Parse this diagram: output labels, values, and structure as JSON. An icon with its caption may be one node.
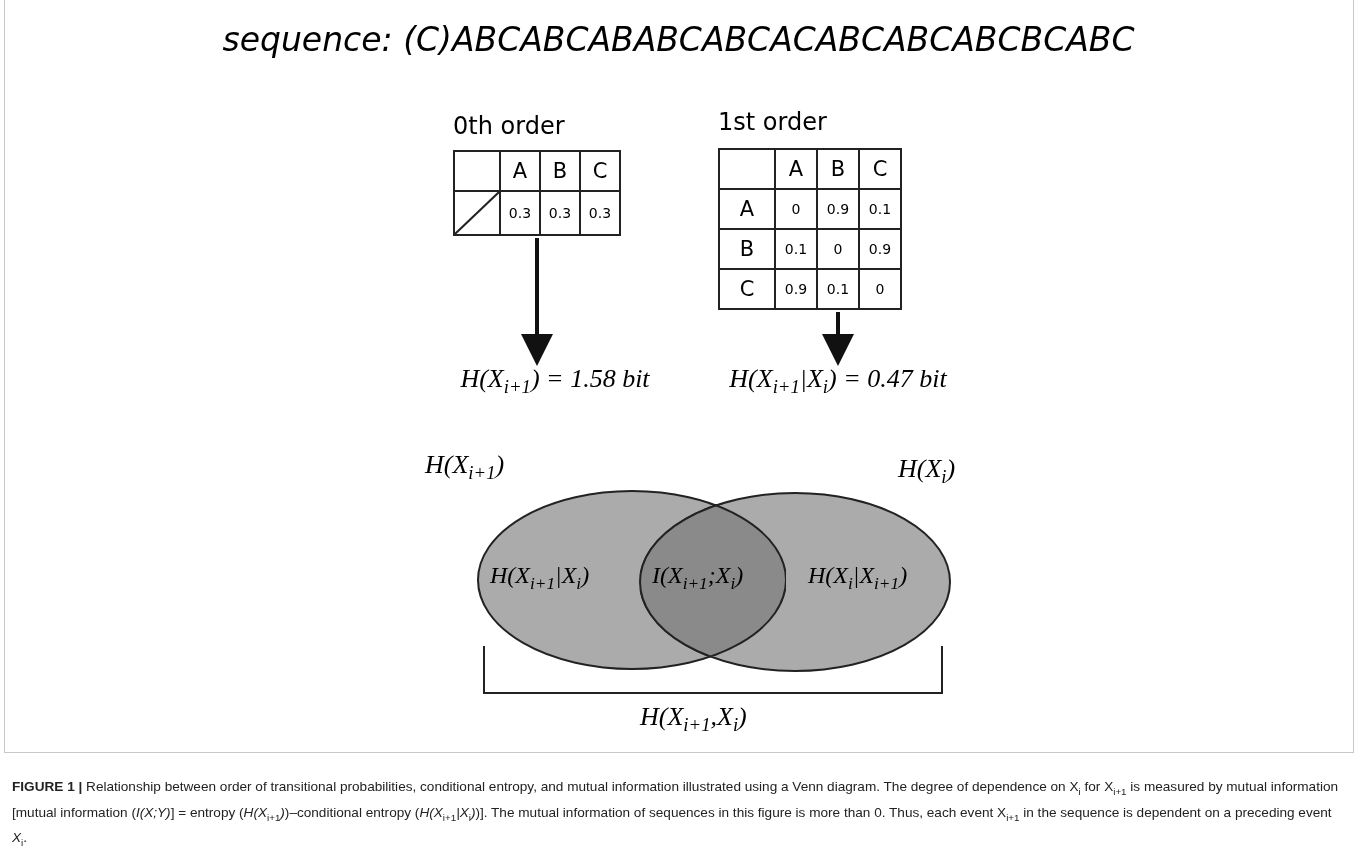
{
  "diagram": {
    "title": "sequence: (C)ABCABCABABCABCACABCABCABCBCABC",
    "caption": "**FIGURE 1 |** Relationship between order of transitional probabilities, conditional entropy, and mutual information illustrated using a Venn diagram. The degree of dependence on X$_{i}$ for X$_{i+1}$ is measured by mutual information [mutual information (*I(X;Y)*] = entropy (*H(X*$_{i+1}$*)*)–conditional entropy (*H(X*$_{i+1}$*|X*$_{i}$*)*)]. The mutual information of sequences in this figure is more than 0. Thus, each event X$_{i+1}$ in the sequence is dependent on a preceding event *X*$_{i}$.",
    "nodes": [
      {
        "text": [
          "0th order"
        ]
      },
      {
        "text": [
          "1st order"
        ]
      },
      {
        "text": [
          "H(X$_{i+1}$) = 1.58 bit"
        ]
      },
      {
        "text": [
          "H(X$_{i+1}$|X$_{i}$) = 0.47 bit"
        ]
      },
      {
        "text": [
          "H(X$_{i+1}$)",
          "H(X$_{i+1}$|X$_{i}$)"
        ]
      },
      {
        "text": [
          "H(X$_{i}$)",
          "H(X$_{i}$|X$_{i+1}$)"
        ]
      }
    ],
    "edges": [
      {
        "from": 0,
        "to": 2,
        "arrow": "to"
      },
      {
        "from": 1,
        "to": 3,
        "arrow": "to"
      }
    ],
    "labels": [
      "A",
      "B",
      "C",
      "0.3",
      "0.3",
      "0.3",
      "A",
      "B",
      "C",
      "A",
      "0",
      "0.9",
      "0.1",
      "B",
      "0.1",
      "0",
      "0.9",
      "C",
      "0.9",
      "0.1",
      "0",
      "I(X$_{i+1}$;X$_{i}$)",
      "H(X$_{i+1}$,X$_{i}$)"
    ]
  }
}
